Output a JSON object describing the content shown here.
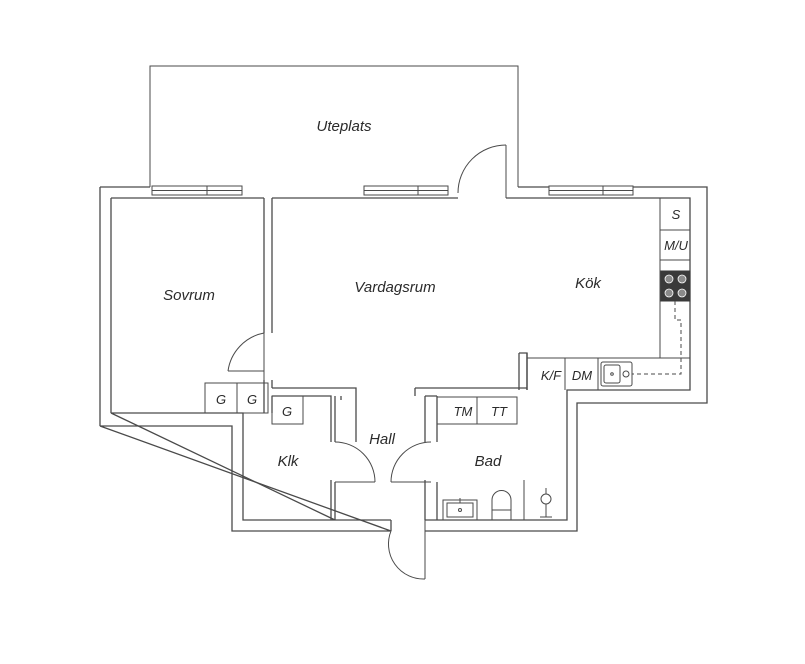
{
  "rooms": {
    "uteplats": "Uteplats",
    "sovrum": "Sovrum",
    "vardagsrum": "Vardagsrum",
    "kok": "Kök",
    "hall": "Hall",
    "klk": "Klk",
    "bad": "Bad"
  },
  "appliances": {
    "s": "S",
    "mu": "M/U",
    "kf": "K/F",
    "dm": "DM",
    "tm": "TM",
    "tt": "TT",
    "g1": "G",
    "g2": "G",
    "g3": "G"
  },
  "icons": {
    "stove": "stove-icon",
    "sink": "sink-icon",
    "toilet": "toilet-icon",
    "washbasin": "washbasin-icon",
    "shower": "shower-icon"
  }
}
